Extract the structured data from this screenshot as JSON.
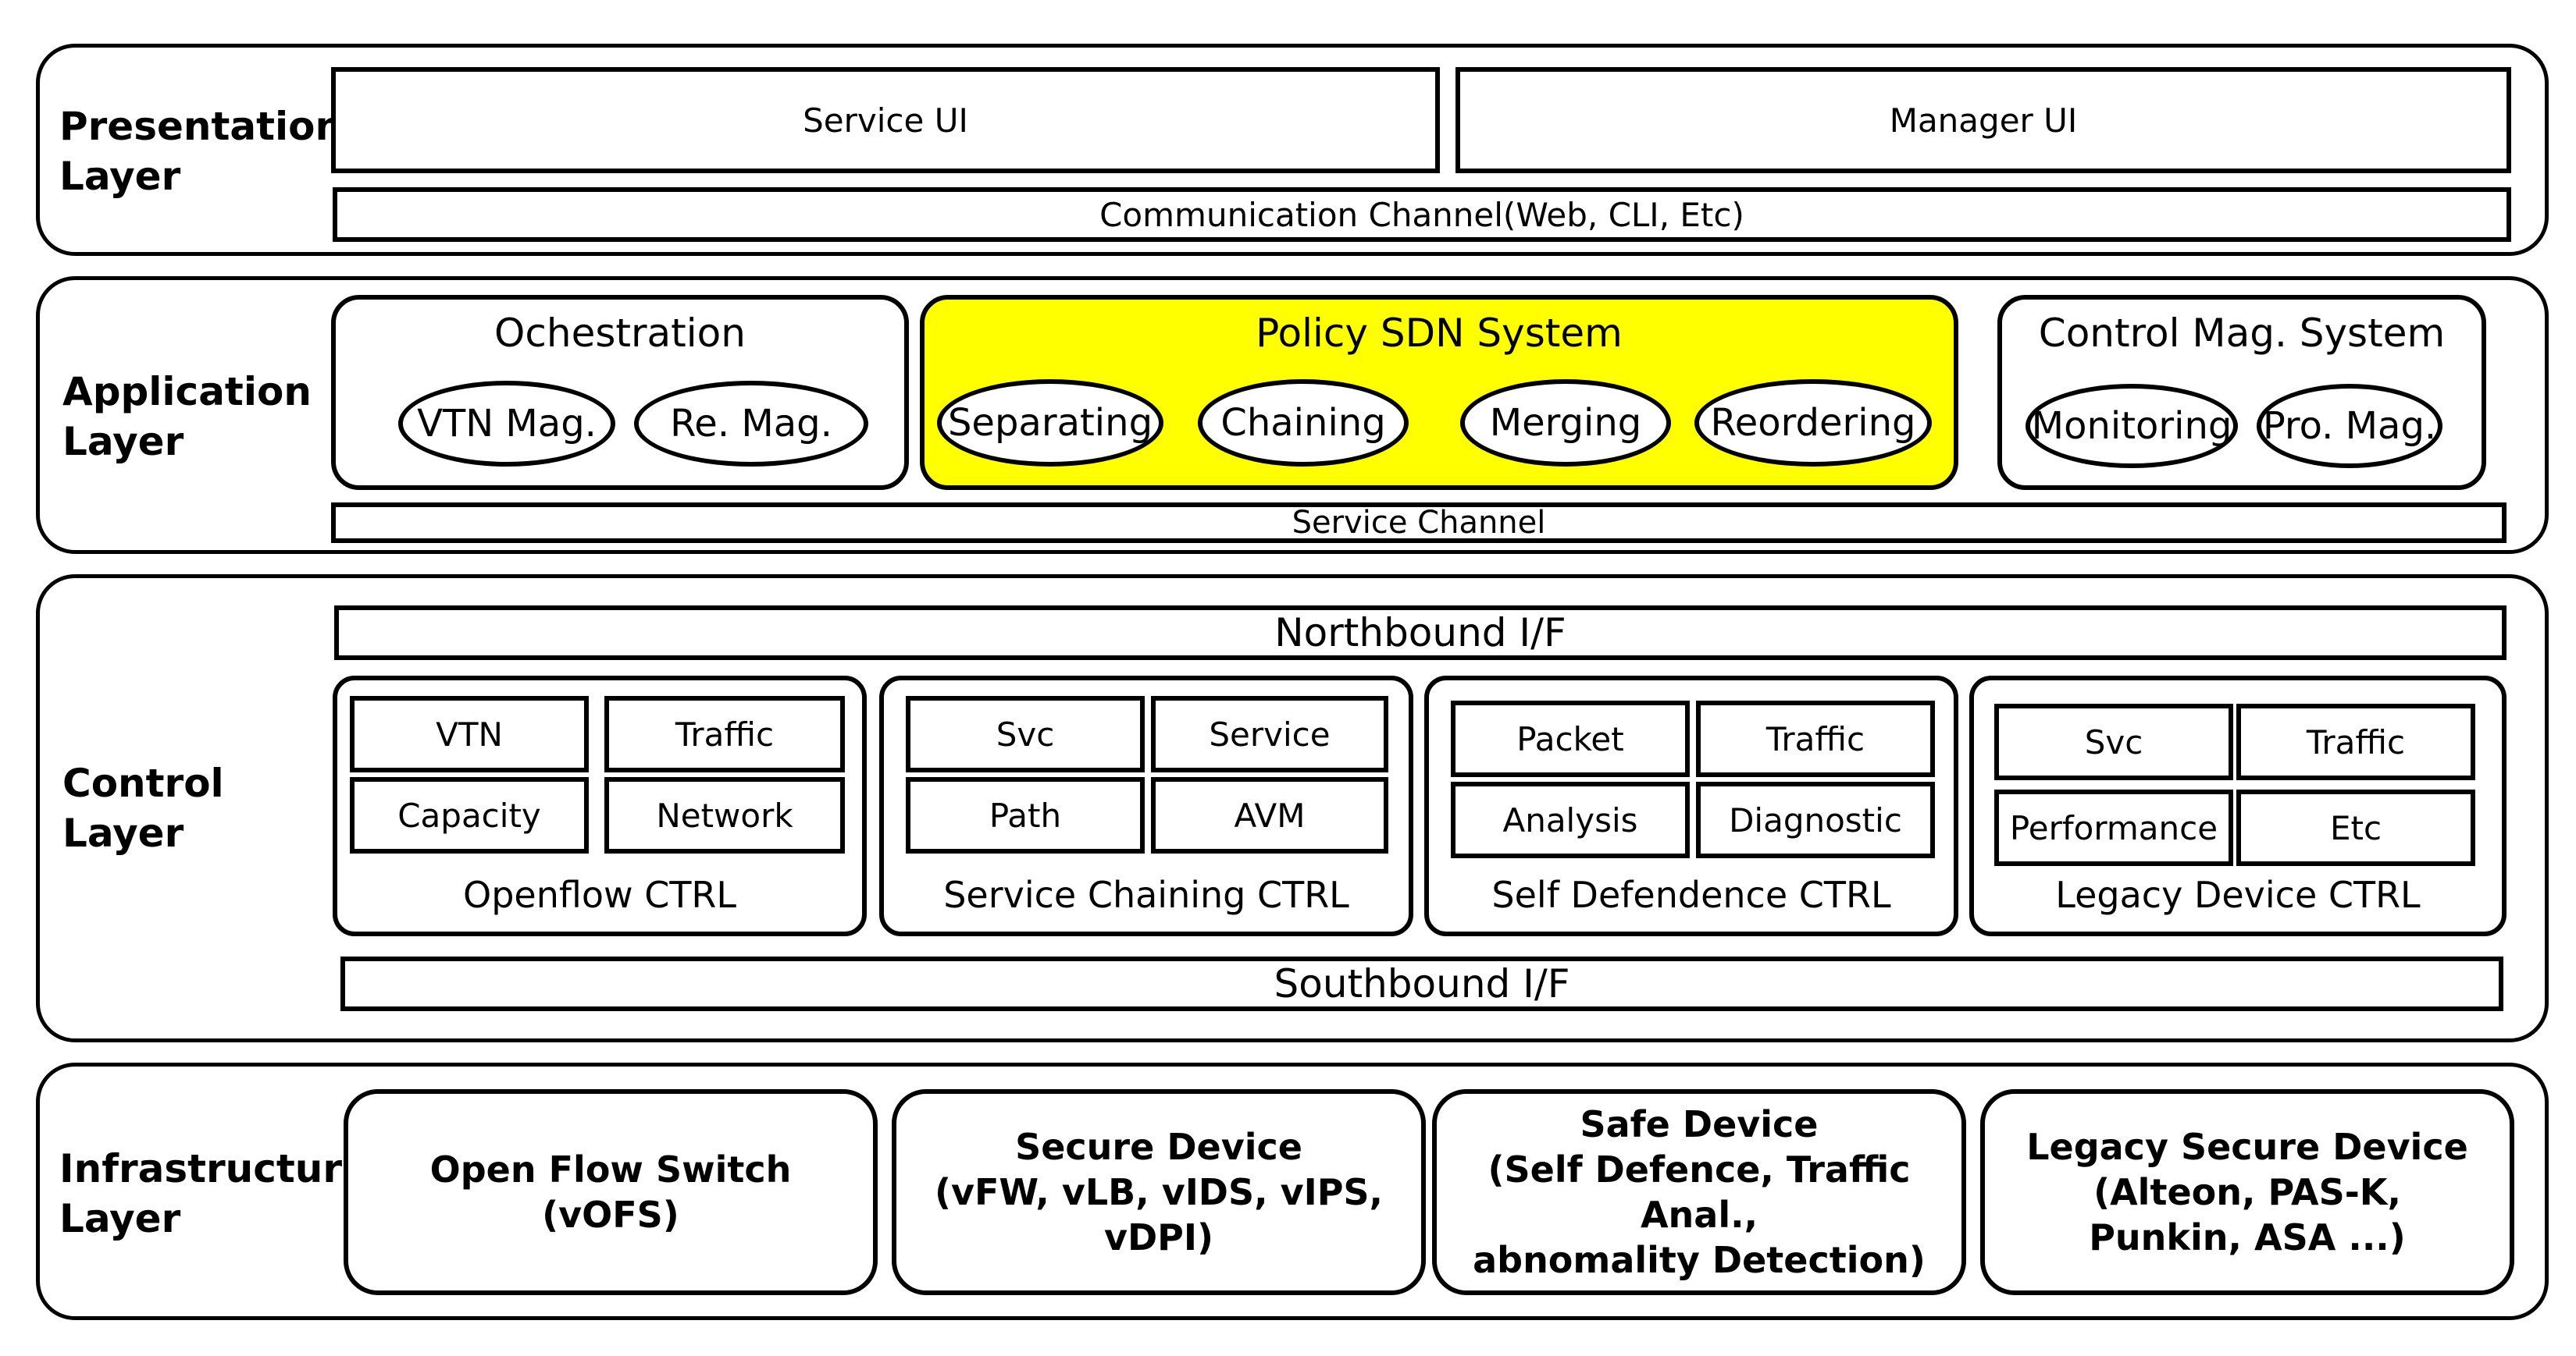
{
  "presentation": {
    "label": "Presentation\nLayer",
    "service_ui": "Service UI",
    "manager_ui": "Manager UI",
    "comm_channel": "Communication Channel(Web, CLI, Etc)"
  },
  "application": {
    "label": "Application\nLayer",
    "orchestration": {
      "title": "Ochestration",
      "items": [
        "VTN Mag.",
        "Re. Mag."
      ]
    },
    "policy": {
      "title": "Policy SDN System",
      "items": [
        "Separating",
        "Chaining",
        "Merging",
        "Reordering"
      ],
      "highlight_color": "#ffff00"
    },
    "control_mag": {
      "title": "Control Mag. System",
      "items": [
        "Monitoring",
        "Pro. Mag."
      ]
    },
    "service_channel": "Service Channel"
  },
  "control": {
    "label": "Control\nLayer",
    "northbound": "Northbound I/F",
    "southbound": "Southbound I/F",
    "ctrls": [
      {
        "name": "Openflow CTRL",
        "cells": [
          "VTN",
          "Traffic",
          "Capacity",
          "Network"
        ]
      },
      {
        "name": "Service Chaining CTRL",
        "cells": [
          "Svc",
          "Service",
          "Path",
          "AVM"
        ]
      },
      {
        "name": "Self Defendence CTRL",
        "cells": [
          "Packet",
          "Traffic",
          "Analysis",
          "Diagnostic"
        ]
      },
      {
        "name": "Legacy Device CTRL",
        "cells": [
          "Svc",
          "Traffic",
          "Performance",
          "Etc"
        ]
      }
    ]
  },
  "infrastructure": {
    "label": "Infrastructure\nLayer",
    "devices": [
      "Open Flow Switch\n(vOFS)",
      "Secure Device\n(vFW, vLB, vIDS, vIPS, vDPI)",
      "Safe Device\n(Self Defence, Traffic Anal.,\nabnomality Detection)",
      "Legacy Secure Device\n(Alteon, PAS-K,\nPunkin, ASA ...)"
    ]
  }
}
